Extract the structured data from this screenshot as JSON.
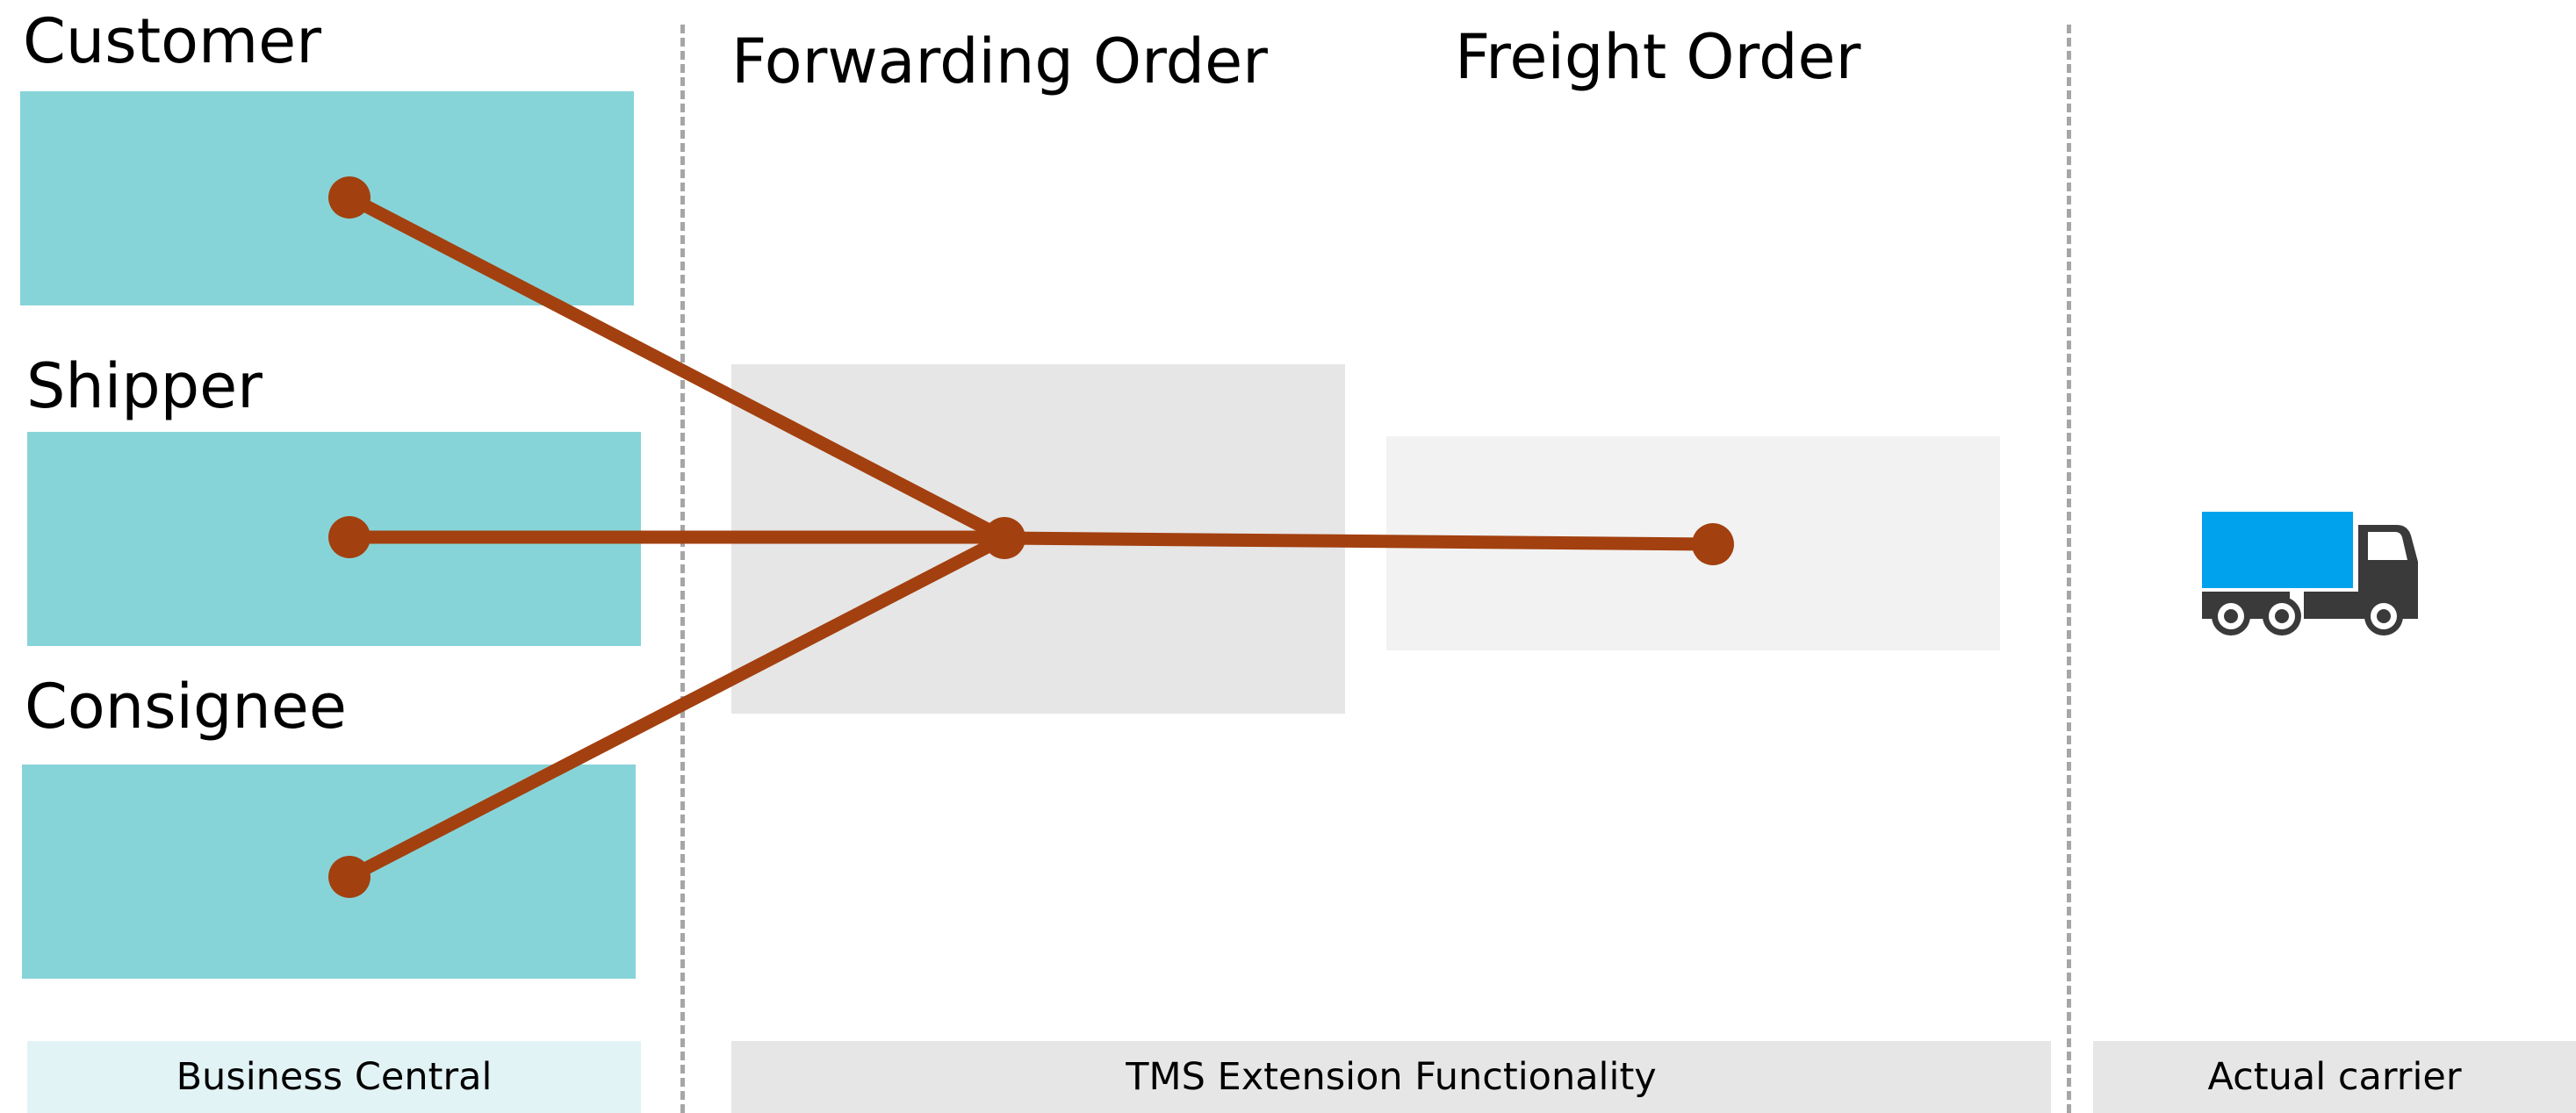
{
  "parties": {
    "customer": "Customer",
    "shipper": "Shipper",
    "consignee": "Consignee"
  },
  "orders": {
    "forwarding_order": "Forwarding Order",
    "freight_order": "Freight Order"
  },
  "footer": {
    "business_central": "Business Central",
    "tms_extension": "TMS Extension Functionality",
    "actual_carrier": "Actual carrier"
  },
  "icons": {
    "carrier": "truck-icon"
  },
  "colors": {
    "party_box": "#87d4d8",
    "connector": "#a3400f",
    "truck_cargo": "#00a2ed",
    "truck_cab": "#3a3a3a",
    "divider": "#a6a6a6"
  }
}
